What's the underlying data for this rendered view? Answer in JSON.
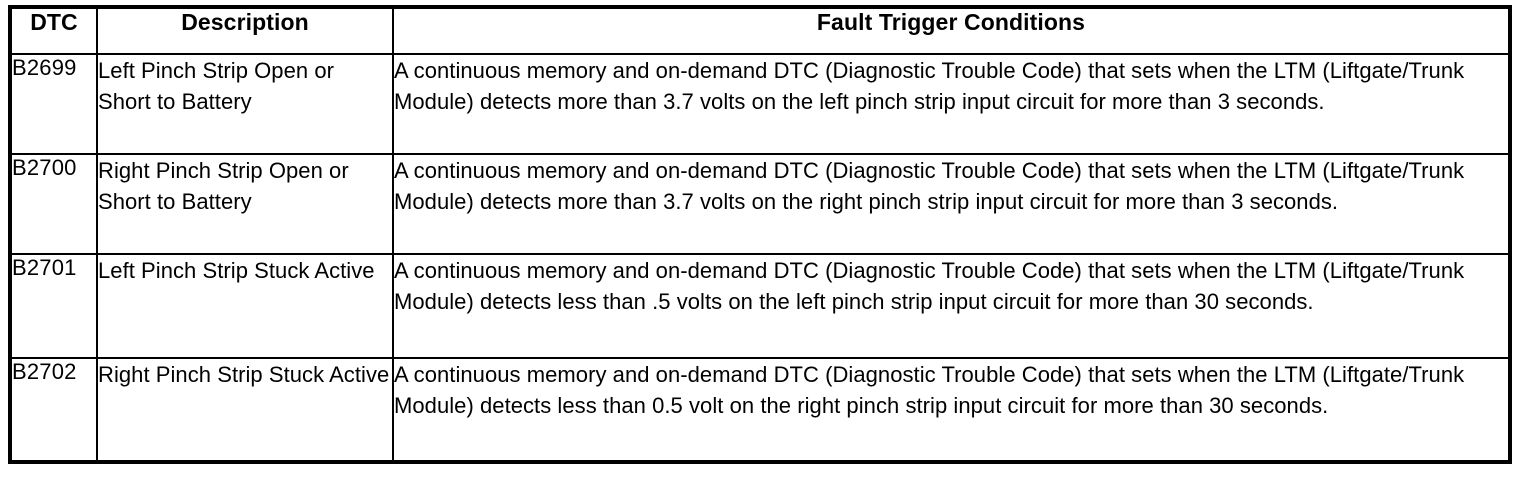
{
  "table": {
    "caption": "",
    "columns": [
      {
        "key": "dtc",
        "label": "DTC"
      },
      {
        "key": "description",
        "label": "Description"
      },
      {
        "key": "fault",
        "label": "Fault Trigger Conditions"
      }
    ],
    "rows": [
      {
        "dtc": "B2699",
        "description": "Left Pinch Strip Open or Short to Battery",
        "fault": "A continuous memory and on-demand DTC (Diagnostic Trouble Code) that sets when the LTM (Liftgate/Trunk Module) detects more than 3.7 volts on the left pinch strip input circuit for more than 3 seconds."
      },
      {
        "dtc": "B2700",
        "description": "Right Pinch Strip Open or Short to Battery",
        "fault": "A continuous memory and on-demand DTC (Diagnostic Trouble Code) that sets when the LTM (Liftgate/Trunk Module) detects more than 3.7 volts on the right pinch strip input circuit for more than 3 seconds."
      },
      {
        "dtc": "B2701",
        "description": "Left Pinch Strip Stuck Active",
        "fault": "A continuous memory and on-demand DTC (Diagnostic Trouble Code) that sets when the LTM (Liftgate/Trunk Module) detects less than .5 volts on the left pinch strip input circuit for more than 30 seconds."
      },
      {
        "dtc": "B2702",
        "description": "Right Pinch Strip Stuck Active",
        "fault": "A continuous memory and on-demand DTC (Diagnostic Trouble Code) that sets when the LTM (Liftgate/Trunk Module) detects less than 0.5 volt on the right pinch strip input circuit for more than 30 seconds."
      }
    ]
  },
  "colors": {
    "border": "#000000",
    "background": "#ffffff",
    "text": "#000000"
  }
}
